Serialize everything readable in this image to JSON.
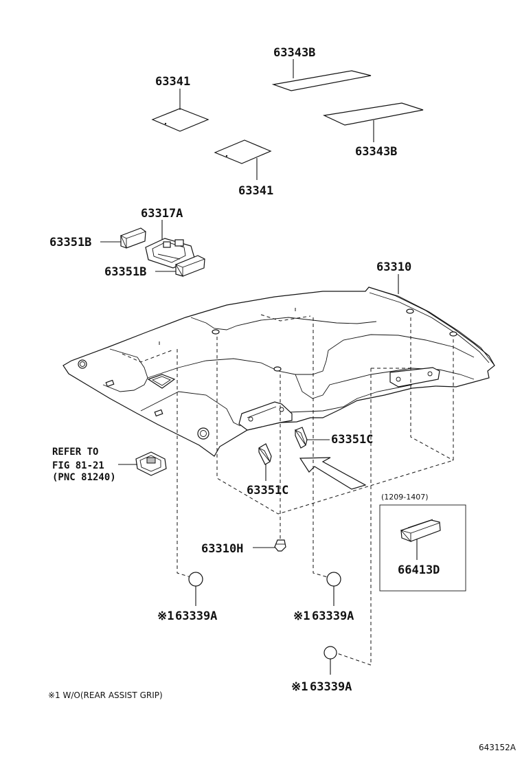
{
  "labels": {
    "p63343b_top": "63343B",
    "p63341_top": "63341",
    "p63343b_right": "63343B",
    "p63341_mid": "63341",
    "p63317a": "63317A",
    "p63351b_a": "63351B",
    "p63351b_b": "63351B",
    "p63310": "63310",
    "p63351c_right": "63351C",
    "p63351c_left": "63351C",
    "p63310h": "63310H",
    "p63339a_1": "63339A",
    "p63339a_2": "63339A",
    "p63339a_3": "63339A",
    "p66413d": "66413D"
  },
  "marks": {
    "ref_mark": "※1"
  },
  "refer": {
    "line1": "REFER TO",
    "line2": "FIG 81-21",
    "line3": "(PNC 81240)"
  },
  "inset": {
    "date_range": "(1209-1407)"
  },
  "footnote": "※1 W/O(REAR ASSIST GRIP)",
  "figure_id": "643152A"
}
